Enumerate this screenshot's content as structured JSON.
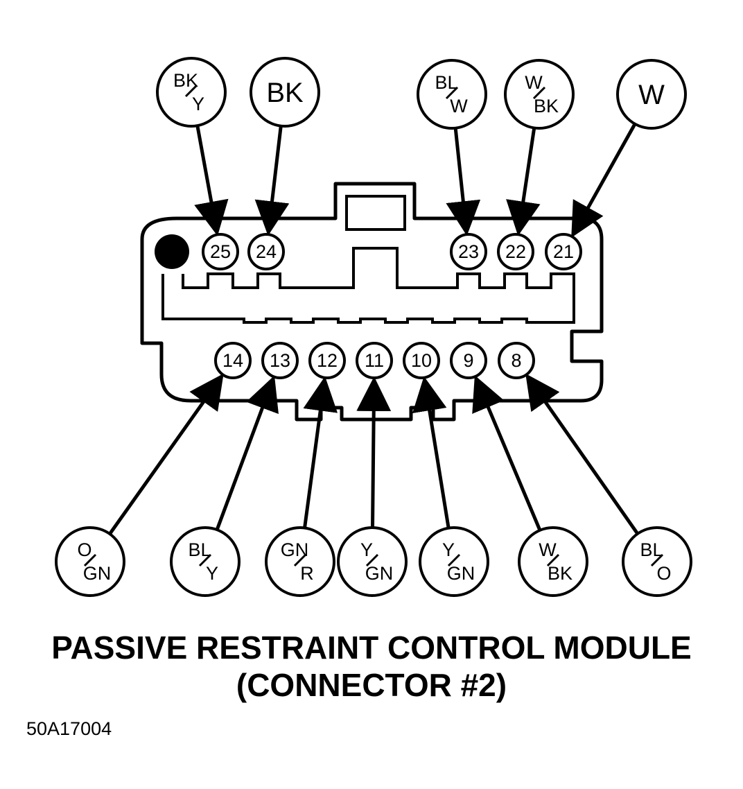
{
  "title": {
    "line1": "PASSIVE RESTRAINT CONTROL MODULE",
    "line2": "(CONNECTOR #2)"
  },
  "figure_id": "50A17004",
  "pins_top": [
    {
      "pin": "25",
      "wire": {
        "top": "BK",
        "bottom": "Y"
      }
    },
    {
      "pin": "24",
      "wire": {
        "single": "BK"
      }
    },
    {
      "pin": "23",
      "wire": {
        "top": "BL",
        "bottom": "W"
      }
    },
    {
      "pin": "22",
      "wire": {
        "top": "W",
        "bottom": "BK"
      }
    },
    {
      "pin": "21",
      "wire": {
        "single": "W"
      }
    }
  ],
  "pins_bottom": [
    {
      "pin": "14",
      "wire": {
        "top": "O",
        "bottom": "GN"
      }
    },
    {
      "pin": "13",
      "wire": {
        "top": "BL",
        "bottom": "Y"
      }
    },
    {
      "pin": "12",
      "wire": {
        "top": "GN",
        "bottom": "R"
      }
    },
    {
      "pin": "11",
      "wire": {
        "top": "Y",
        "bottom": "GN"
      }
    },
    {
      "pin": "10",
      "wire": {
        "top": "Y",
        "bottom": "GN"
      }
    },
    {
      "pin": "9",
      "wire": {
        "top": "W",
        "bottom": "BK"
      }
    },
    {
      "pin": "8",
      "wire": {
        "top": "BL",
        "bottom": "O"
      }
    }
  ]
}
